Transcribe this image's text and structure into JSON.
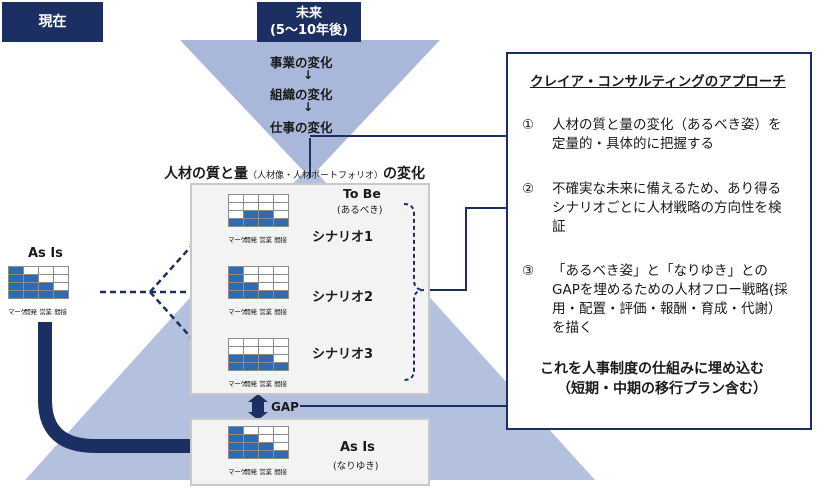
{
  "header_left": "現在",
  "header_top_line1": "未来",
  "header_top_line2": "(5～10年後)",
  "changes": {
    "business": "事業の変化",
    "organization": "組織の変化",
    "work": "仕事の変化",
    "arrow": "↓"
  },
  "talent_title": {
    "main": "人材の質と量",
    "sub": "（人材像・人材ポートフォリオ）",
    "suffix": "の変化"
  },
  "to_be": {
    "label": "To Be",
    "sub": "(あるべき)"
  },
  "scenarios": [
    "シナリオ1",
    "シナリオ2",
    "シナリオ3"
  ],
  "as_is_left": "As Is",
  "as_is_bottom": {
    "label": "As Is",
    "sub": "(なりゆき)"
  },
  "gap_label": "GAP",
  "mini_table_labels": [
    "マーケ",
    "開発",
    "営業",
    "間接"
  ],
  "approach": {
    "title": "クレイア・コンサルティングのアプローチ",
    "items": [
      {
        "num": "①",
        "text": "人材の質と量の変化（あるべき姿）を定量的・具体的に把握する"
      },
      {
        "num": "②",
        "text": "不確実な未来に備えるため、あり得るシナリオごとに人材戦略の方向性を検証"
      },
      {
        "num": "③",
        "text": "「あるべき姿」と「なりゆき」とのGAPを埋めるための人材フロー戦略(採用・配置・評価・報酬・育成・代謝）を描く"
      }
    ],
    "conclusion_line1": "これを人事制度の仕組みに埋め込む",
    "conclusion_line2": "（短期・中期の移行プラン含む）"
  },
  "colors": {
    "navy": "#1b2f63",
    "fill_blue": "#2d6bb3",
    "triangle": "#a3b3d6"
  }
}
